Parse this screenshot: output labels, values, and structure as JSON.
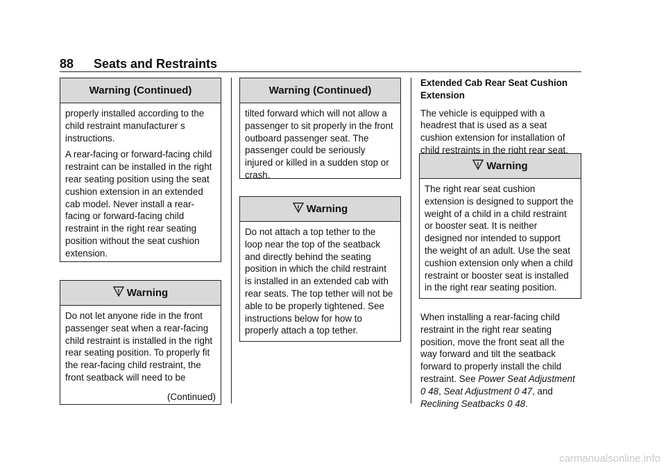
{
  "header": {
    "page_number": "88",
    "title": "Seats and Restraints"
  },
  "col1": {
    "box1": {
      "heading": "Warning  (Continued)",
      "paragraphs": [
        "properly installed according to the child restraint manufacturer s instructions.",
        "A rear-facing or forward-facing child restraint can be installed in the right rear seating position using the seat cushion extension in an extended cab model. Never install a rear-facing or forward-facing child restraint in the right rear seating position without the seat cushion extension."
      ]
    },
    "box2": {
      "heading": "Warning",
      "icon": "warning-triangle-icon",
      "paragraph": "Do not let anyone ride in the front passenger seat when a rear-facing child restraint is installed in the right rear seating position. To properly fit the rear-facing child restraint, the front seatback will need to be",
      "continued": "(Continued)"
    }
  },
  "col2": {
    "box1": {
      "heading": "Warning  (Continued)",
      "paragraph": "tilted forward which will not allow a passenger to sit properly in the front outboard passenger seat. The passenger could be seriously injured or killed in a sudden stop or crash."
    },
    "box2": {
      "heading": "Warning",
      "icon": "warning-triangle-icon",
      "paragraph": "Do not attach a top tether to the loop near the top of the seatback and directly behind the seating position in which the child restraint is installed in an extended cab with rear seats. The top tether will not be able to be properly tightened. See instructions below for how to properly attach a top tether."
    }
  },
  "col3": {
    "subheading": "Extended Cab Rear Seat Cushion Extension",
    "intro": "The vehicle is equipped with a headrest that is used as a seat cushion extension for installation of child restraints in the right rear seat.",
    "box": {
      "heading": "Warning",
      "icon": "warning-triangle-icon",
      "paragraph": "The right rear seat cushion extension is designed to support the weight of a child in a child restraint or booster seat. It is neither designed nor intended to support the weight of an adult. Use the seat cushion extension only when a child restraint or booster seat is installed in the right rear seating position."
    },
    "closing": {
      "text": "When installing a rear-facing child restraint in the right rear seating position, move the front seat all the way forward and tilt the seatback forward to properly install the child restraint. See",
      "ref1": "Power Seat Adjustment",
      "ref1_page": "0 48",
      "sep1": ",",
      "ref2": "Seat Adjustment",
      "ref2_page": "0 47",
      "sep2": ", and",
      "ref3": "Reclining Seatbacks",
      "ref3_page": "0 48",
      "end": "."
    }
  },
  "watermark": "carmanualsonline.info"
}
